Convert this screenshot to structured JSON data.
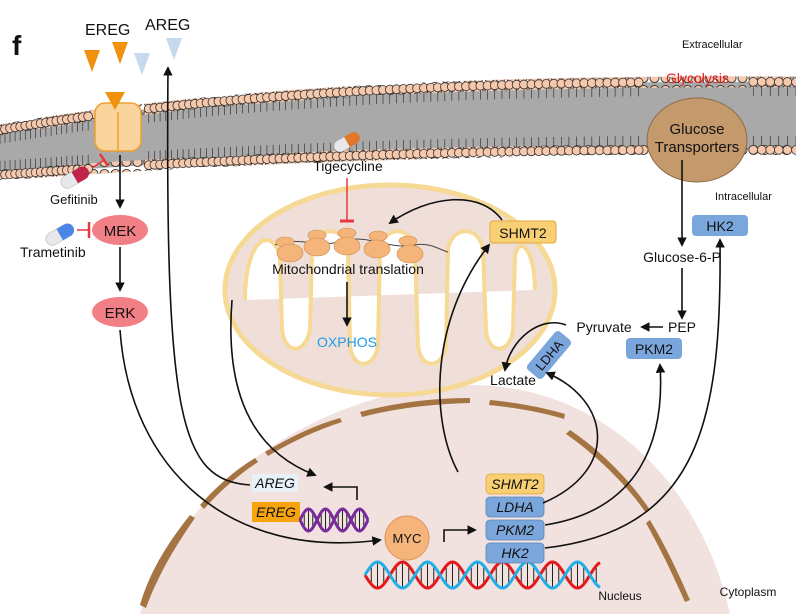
{
  "panel_label": "f",
  "regions": {
    "extracellular": "Extracellular",
    "intracellular": "Intracellular",
    "cytoplasm": "Cytoplasm",
    "nucleus": "Nucleus"
  },
  "ligands": {
    "ereg": "EREG",
    "areg": "AREG"
  },
  "drugs": {
    "gefitinib": "Gefitinib",
    "trametinib": "Trametinib",
    "tigecycline": "Tigecycline"
  },
  "signaling": {
    "mek": "MEK",
    "erk": "ERK"
  },
  "mitochondria": {
    "translation": "Mitochondrial translation",
    "oxphos": "OXPHOS"
  },
  "glycolysis": {
    "title": "Glycolysis",
    "transporter_line1": "Glucose",
    "transporter_line2": "Transporters",
    "hk2": "HK2",
    "g6p": "Glucose-6-P",
    "pep": "PEP",
    "pyruvate": "Pyruvate",
    "pkm2": "PKM2",
    "ldha": "LDHA",
    "lactate": "Lactate",
    "shmt2": "SHMT2"
  },
  "nucleus": {
    "areg_gene": "AREG",
    "ereg_gene": "EREG",
    "myc": "MYC",
    "target_genes": [
      "SHMT2",
      "LDHA",
      "PKM2",
      "HK2"
    ]
  },
  "colors": {
    "ereg_orange": "#f0920e",
    "areg_blue": "#c6d9ee",
    "enzyme_blue": "#7aa6dc",
    "shmt2_yellow": "#f8cf72",
    "glycolysis_red": "#e3191c",
    "oxphos_blue": "#1e9be8",
    "kinase_pink": "#f07f86",
    "inhibit_red": "#e5393f"
  }
}
